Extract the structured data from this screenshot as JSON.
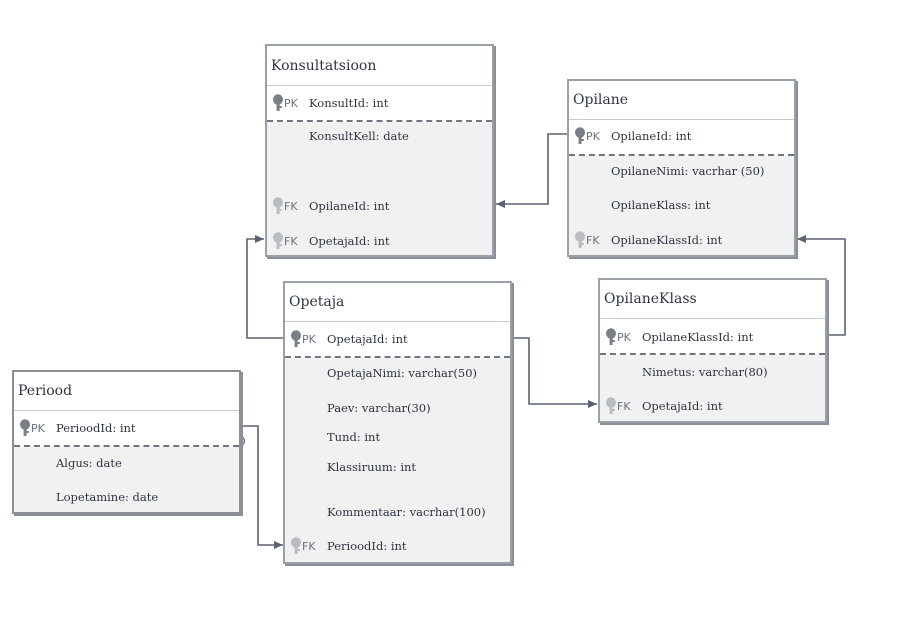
{
  "colors": {
    "line": "#5b6272",
    "border": "#9aa0a8",
    "pk_icon": "#7a7f86",
    "fk_icon": "#b9bcc1",
    "optional_marker": "#f3ef9a"
  },
  "entities": {
    "konsultatsioon": {
      "title": "Konsultatsioon",
      "fields": [
        {
          "key": "PK",
          "name": "KonsultId: int",
          "icon": "key-icon"
        },
        {
          "key": "",
          "name": "KonsultKell: date"
        },
        {
          "key": "FK",
          "name": "OpilaneId: int",
          "icon": "key-icon"
        },
        {
          "key": "FK",
          "name": "OpetajaId: int",
          "icon": "key-icon"
        }
      ]
    },
    "opilane": {
      "title": "Opilane",
      "fields": [
        {
          "key": "PK",
          "name": "OpilaneId: int",
          "icon": "key-icon"
        },
        {
          "key": "",
          "name": "OpilaneNimi: vacrhar (50)"
        },
        {
          "key": "",
          "name": "OpilaneKlass: int"
        },
        {
          "key": "FK",
          "name": "OpilaneKlassId: int",
          "icon": "key-icon"
        }
      ]
    },
    "opetaja": {
      "title": "Opetaja",
      "fields": [
        {
          "key": "PK",
          "name": "OpetajaId: int",
          "icon": "key-icon"
        },
        {
          "key": "",
          "name": "OpetajaNimi: varchar(50)"
        },
        {
          "key": "",
          "name": "Paev: varchar(30)"
        },
        {
          "key": "",
          "name": "Tund: int"
        },
        {
          "key": "",
          "name": "Klassiruum: int"
        },
        {
          "key": "",
          "name": "Kommentaar: vacrhar(100)"
        },
        {
          "key": "FK",
          "name": "PerioodId: int",
          "icon": "key-icon"
        }
      ]
    },
    "opilaneklass": {
      "title": "OpilaneKlass",
      "fields": [
        {
          "key": "PK",
          "name": "OpilaneKlassId: int",
          "icon": "key-icon"
        },
        {
          "key": "",
          "name": "Nimetus: varchar(80)"
        },
        {
          "key": "FK",
          "name": "OpetajaId: int",
          "icon": "key-icon"
        }
      ]
    },
    "periood": {
      "title": "Periood",
      "fields": [
        {
          "key": "PK",
          "name": "PerioodId: int",
          "icon": "key-icon"
        },
        {
          "key": "",
          "name": "Algus: date"
        },
        {
          "key": "",
          "name": "Lopetamine: date"
        }
      ]
    }
  }
}
